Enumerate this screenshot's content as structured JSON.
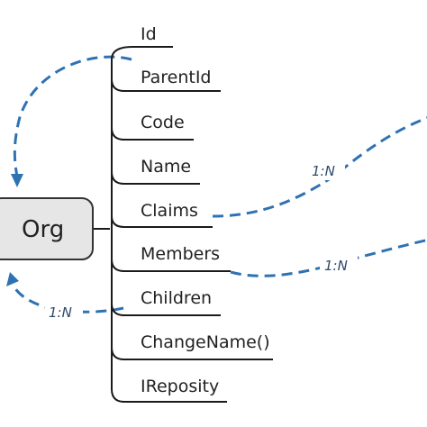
{
  "node": {
    "label": "Org"
  },
  "fields": [
    {
      "label": "Id"
    },
    {
      "label": "ParentId"
    },
    {
      "label": "Code"
    },
    {
      "label": "Name"
    },
    {
      "label": "Claims"
    },
    {
      "label": "Members"
    },
    {
      "label": "Children"
    },
    {
      "label": "ChangeName()"
    },
    {
      "label": "IReposity"
    }
  ],
  "relations": {
    "claims": {
      "label": "1:N"
    },
    "members": {
      "label": "1:N"
    },
    "children": {
      "label": "1:N"
    }
  },
  "colors": {
    "relation_line": "#2f72b3",
    "node_fill": "#e6e6e6",
    "node_border": "#333333",
    "tree_line": "#1a1a1a"
  }
}
